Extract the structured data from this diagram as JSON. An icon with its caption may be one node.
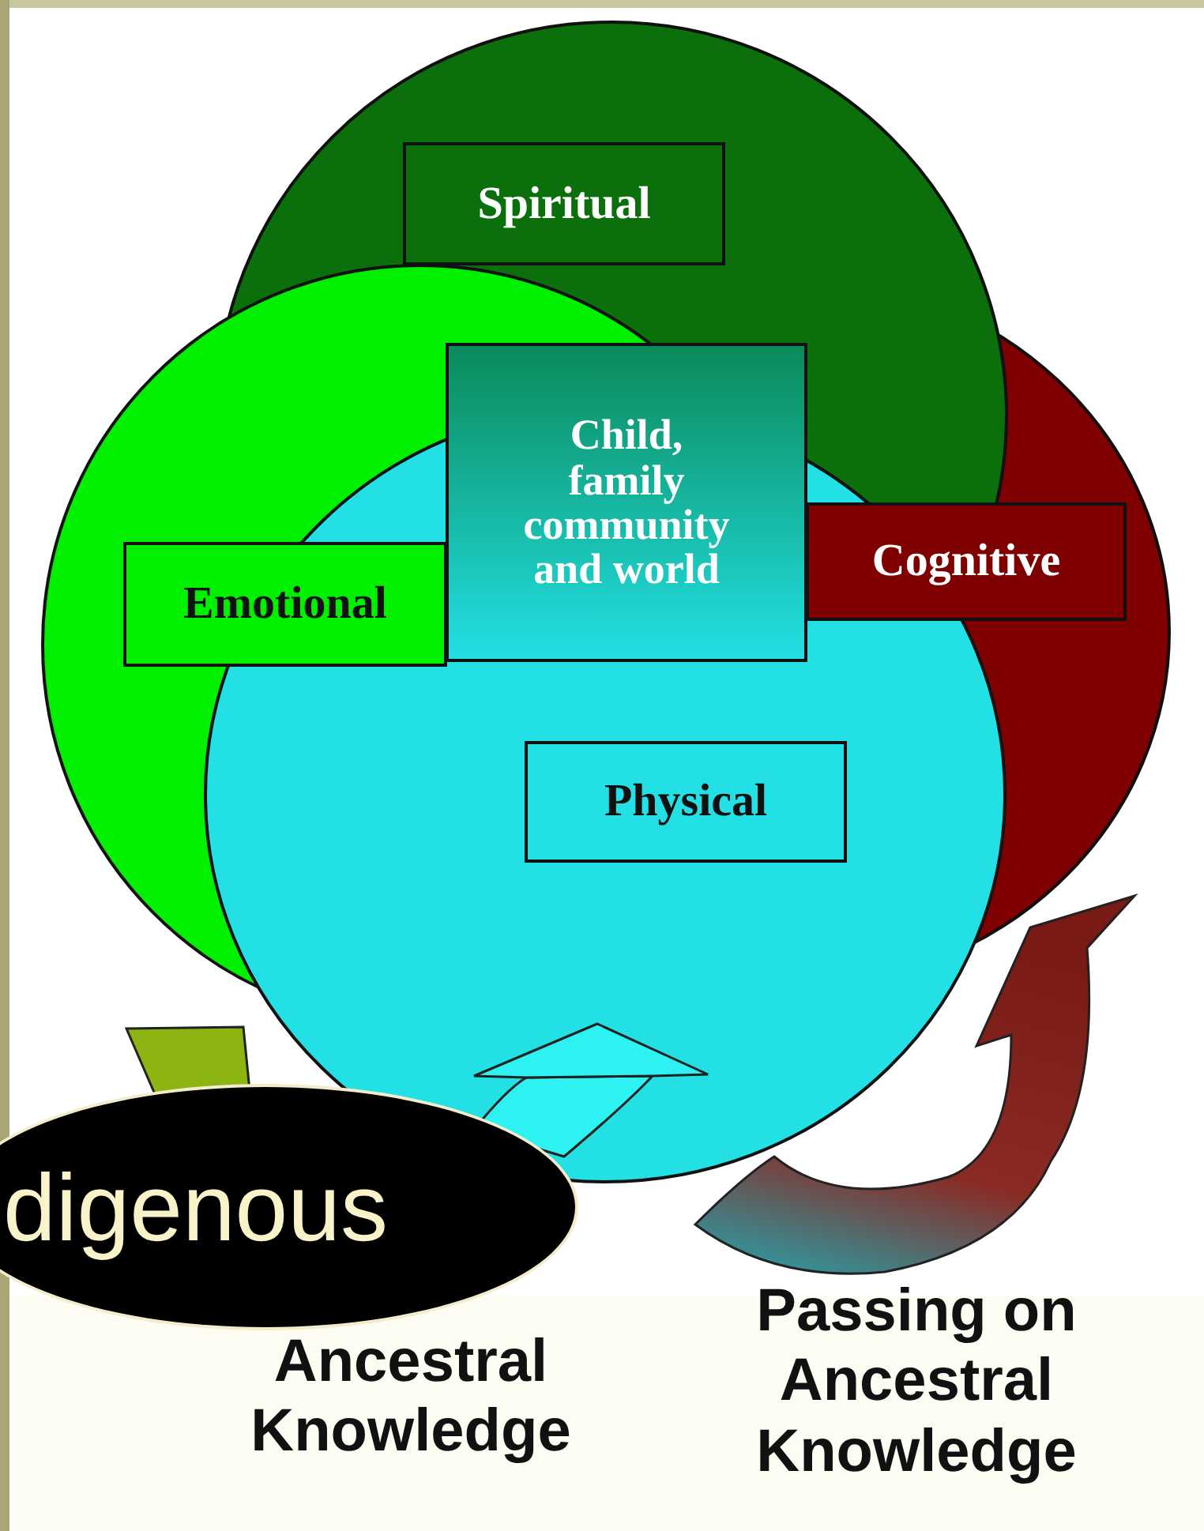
{
  "diagram": {
    "nodes": [
      {
        "text": [
          "Spiritual"
        ]
      },
      {
        "text": [
          "Child, family community and world"
        ]
      },
      {
        "text": [
          "Emotional"
        ]
      },
      {
        "text": [
          "Cognitive"
        ]
      },
      {
        "text": [
          "Physical"
        ]
      },
      {
        "text": [
          "digenous"
        ],
        "beside": [
          "Ancestral Knowledge"
        ]
      }
    ],
    "edges": [],
    "labels": [
      "Passing on Ancestral Knowledge"
    ]
  }
}
